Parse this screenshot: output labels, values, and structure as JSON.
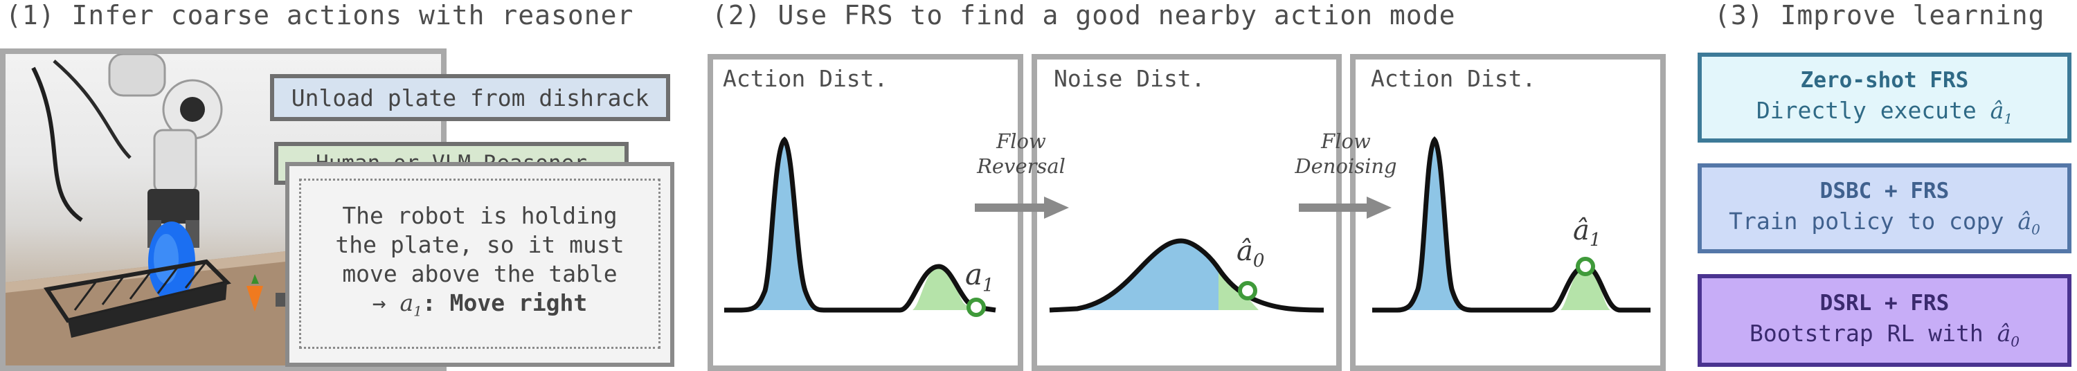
{
  "sections": {
    "s1": "(1) Infer coarse actions with reasoner",
    "s2": "(2) Use FRS to find a good nearby action mode",
    "s3": "(3) Improve learning"
  },
  "reasoner": {
    "task": "Unload plate from dishrack",
    "reasoner_label": "Human or VLM Reasoner",
    "lines": [
      "The robot is holding",
      "the plate, so it must",
      "move above the table"
    ],
    "arrow": "→",
    "action_symbol": "a",
    "action_sub": "1",
    "action_text": ": Move right"
  },
  "frs": {
    "panel1_label": "Action Dist.",
    "panel2_label": "Noise Dist.",
    "panel3_label": "Action Dist.",
    "flow1_line1": "Flow",
    "flow1_line2": "Reversal",
    "flow2_line1": "Flow",
    "flow2_line2": "Denoising",
    "label_a1": "a",
    "label_a1_sub": "1",
    "label_a0hat": "â",
    "label_a0hat_sub": "0",
    "label_a1hat": "â",
    "label_a1hat_sub": "1"
  },
  "improve": [
    {
      "title": "Zero-shot FRS",
      "sub_prefix": "Directly execute ",
      "sym": "â",
      "sym_sub": "1"
    },
    {
      "title": "DSBC + FRS",
      "sub_prefix": "Train policy to copy ",
      "sym": "â",
      "sym_sub": "0"
    },
    {
      "title": "DSRL + FRS",
      "sub_prefix": "Bootstrap RL with ",
      "sym": "â",
      "sym_sub": "0"
    }
  ],
  "colors": {
    "blue_fill": "#8ec5e6",
    "green_fill": "#b5e3a9",
    "marker": "#3f9a3a",
    "zero_shot_bg": "#e3f6fb",
    "zero_shot_border": "#3d7a98",
    "zero_shot_text": "#2f6a86",
    "dsbc_bg": "#cfdcf8",
    "dsbc_border": "#5477a8",
    "dsbc_text": "#40618e",
    "dsrl_bg": "#c7adf7",
    "dsrl_border": "#4a3390",
    "dsrl_text": "#3a2a6e"
  }
}
